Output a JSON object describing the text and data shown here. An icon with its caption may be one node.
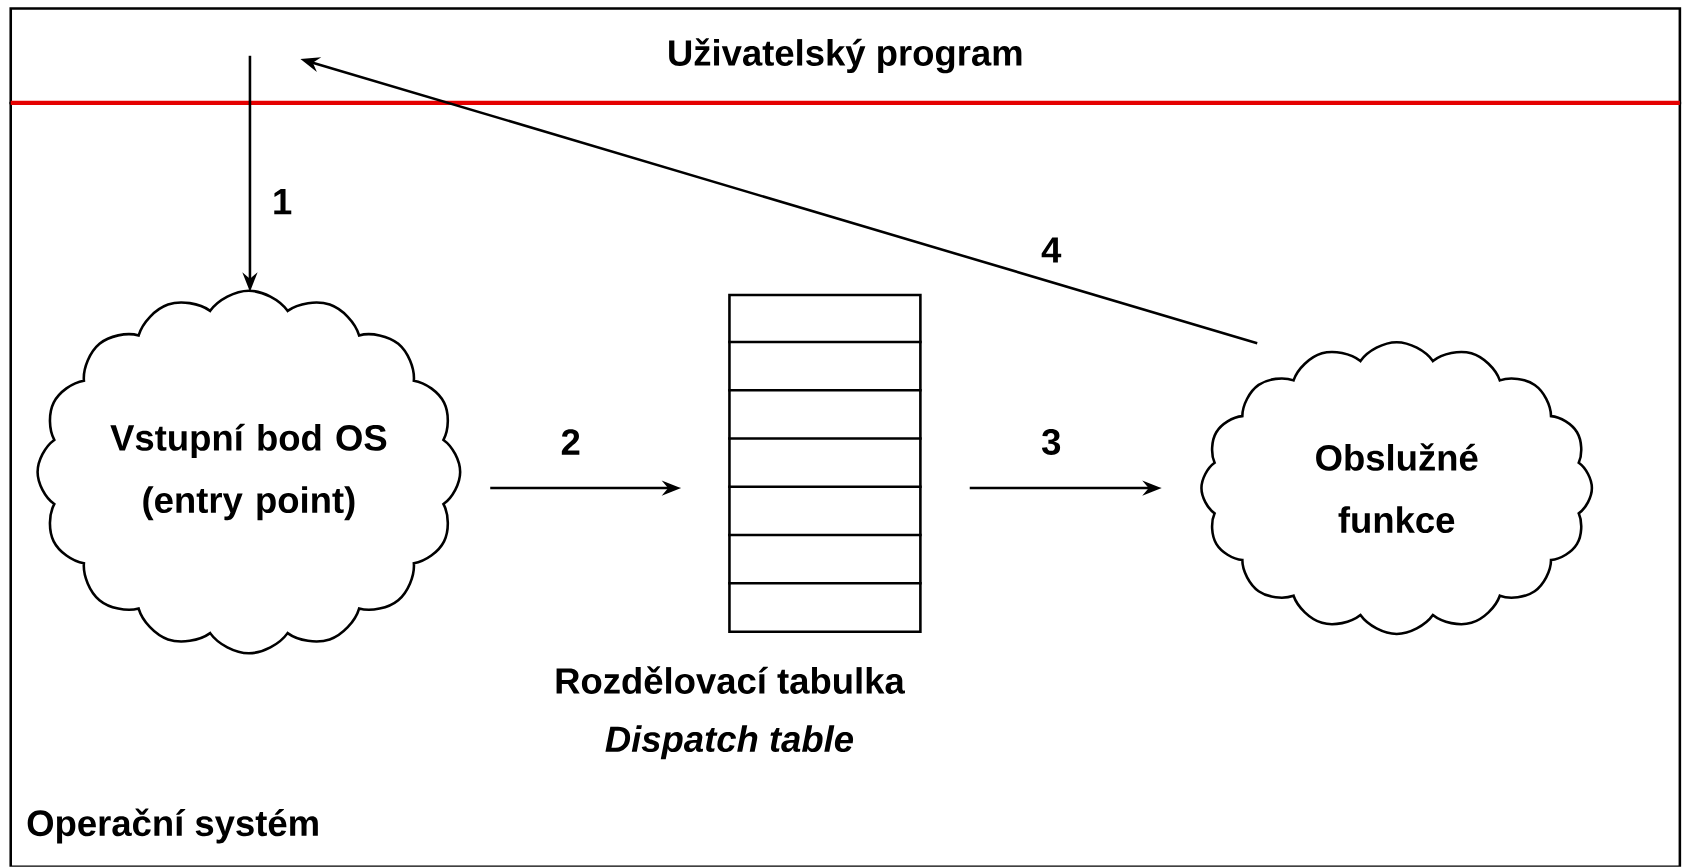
{
  "diagram": {
    "nodes": [
      {
        "text": [
          "Uživatelský program"
        ]
      },
      {
        "text": [
          "Operační systém"
        ]
      },
      {
        "text": [
          "Vstupní bod OS (entry point)"
        ],
        "in": 1
      },
      {
        "text": [],
        "shape": "box",
        "beside": [
          "Rozdělovací tabulka",
          "Dispatch table"
        ],
        "in": 1
      },
      {
        "text": [
          "Obslužné funkce"
        ],
        "in": 1
      }
    ],
    "edges": [
      {
        "from": 0,
        "to": 2,
        "arrow": "to",
        "label": "1"
      },
      {
        "from": 2,
        "to": 3,
        "arrow": "to",
        "label": "2"
      },
      {
        "from": 3,
        "to": 4,
        "arrow": "to",
        "label": "3"
      },
      {
        "from": 4,
        "to": 0,
        "arrow": "to",
        "label": "4"
      }
    ]
  }
}
